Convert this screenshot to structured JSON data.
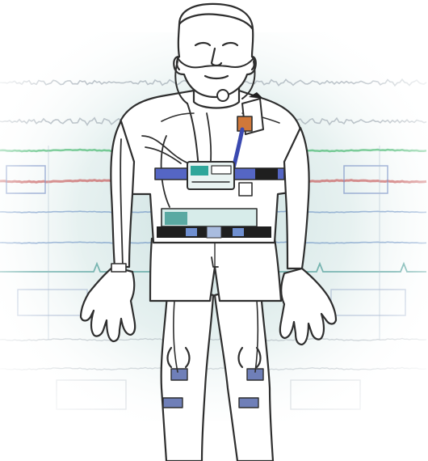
{
  "colors": {
    "background": "#ffffff",
    "figure_line": "#2e2e2e",
    "trace_gray": "#9aa6ae",
    "trace_green": "#3fb56a",
    "trace_red": "#c85a5a",
    "trace_blue": "#4b78b8",
    "trace_teal": "#2c8c86",
    "chest_belt": "#5566c4",
    "abdomen_belt": "#1f1f1f",
    "abdomen_belt_clip": "#6f8fd0",
    "recorder_body": "#e9f3f2",
    "recorder_screen": "#2fa69a",
    "tubing": "#2a2a6a",
    "sensor_orange": "#d0783a"
  },
  "figure": {
    "sensors": [
      "nasal-cannula",
      "neck-sensor",
      "oximeter-pack",
      "chest-belt",
      "recorder",
      "abdomen-belt",
      "finger-probe",
      "leg-electrodes"
    ]
  }
}
